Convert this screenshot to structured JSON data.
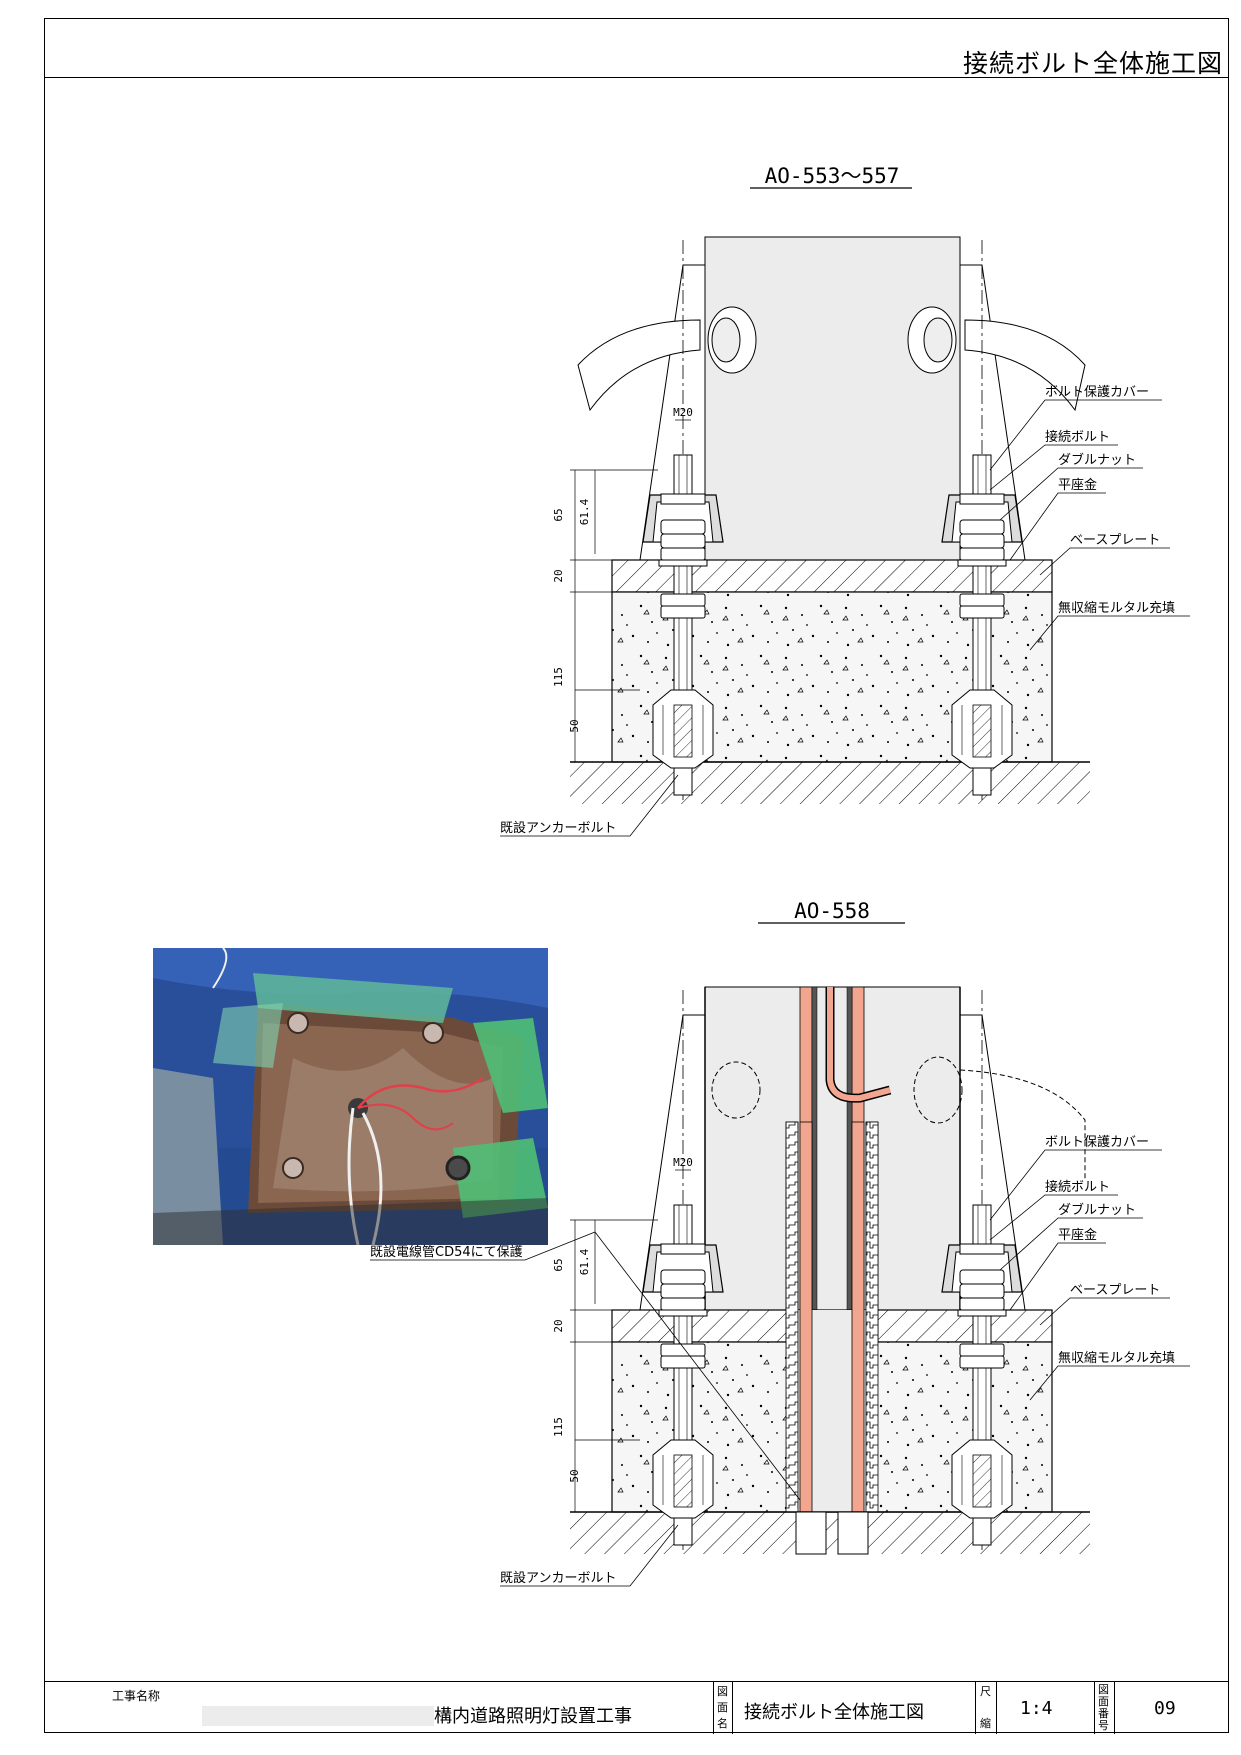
{
  "page_title": "接続ボルト全体施工図",
  "views": [
    {
      "title": "AO-553～557",
      "dims": {
        "bolt": "M20",
        "cover": "65",
        "nut": "61.4",
        "plate": "20",
        "mortar": "115",
        "coupler": "50"
      },
      "labels": {
        "cover": "ボルト保護カバー",
        "bolt": "接続ボルト",
        "double_nut": "ダブルナット",
        "washer": "平座金",
        "base_plate": "ベースプレート",
        "mortar": "無収縮モルタル充填",
        "anchor": "既設アンカーボルト"
      }
    },
    {
      "title": "AO-558",
      "dims": {
        "bolt": "M20",
        "cover": "65",
        "nut": "61.4",
        "plate": "20",
        "mortar": "115",
        "coupler": "50"
      },
      "labels": {
        "cover": "ボルト保護カバー",
        "bolt": "接続ボルト",
        "double_nut": "ダブルナット",
        "washer": "平座金",
        "base_plate": "ベースプレート",
        "mortar": "無収縮モルタル充填",
        "anchor": "既設アンカーボルト",
        "conduit": "既設電線管CD54にて保護"
      }
    }
  ],
  "title_block": {
    "project_label": "工事名称",
    "project_name": "構内道路照明灯設置工事",
    "drawing_name_label": [
      "図",
      "面",
      "名"
    ],
    "drawing_name": "接続ボルト全体施工図",
    "scale_label": [
      "尺",
      "縮"
    ],
    "scale": "1:4",
    "number_label": [
      "図",
      "面",
      "番",
      "号"
    ],
    "number": "09"
  },
  "colors": {
    "line": "#000000",
    "conduit": "#f2a690",
    "pole": "#ececec",
    "mortar": "#f2f2f2"
  }
}
